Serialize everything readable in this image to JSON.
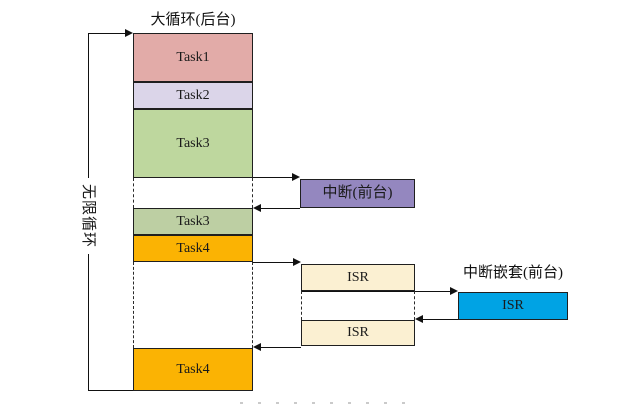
{
  "colors": {
    "task1": "#E2ABA8",
    "task2": "#DBD5E9",
    "task3_first": "#BED79E",
    "task3_second": "#BDCFA3",
    "task4": "#FBB303",
    "interrupt": "#9487BF",
    "isr": "#FBF0D2",
    "nested_isr": "#00A3E4"
  },
  "main_stack": {
    "title": "大循环(后台)",
    "segments": [
      {
        "label": "Task1"
      },
      {
        "label": "Task2"
      },
      {
        "label": "Task3"
      },
      {
        "label": "Task3"
      },
      {
        "label": "Task4"
      },
      {
        "label": "Task4"
      }
    ]
  },
  "loop": {
    "label": "无限循环"
  },
  "foreground": {
    "interrupt_label": "中断(前台)",
    "isr_upper_label": "ISR",
    "isr_lower_label": "ISR",
    "nested_title": "中断嵌套(前台)",
    "nested_isr_label": "ISR"
  }
}
